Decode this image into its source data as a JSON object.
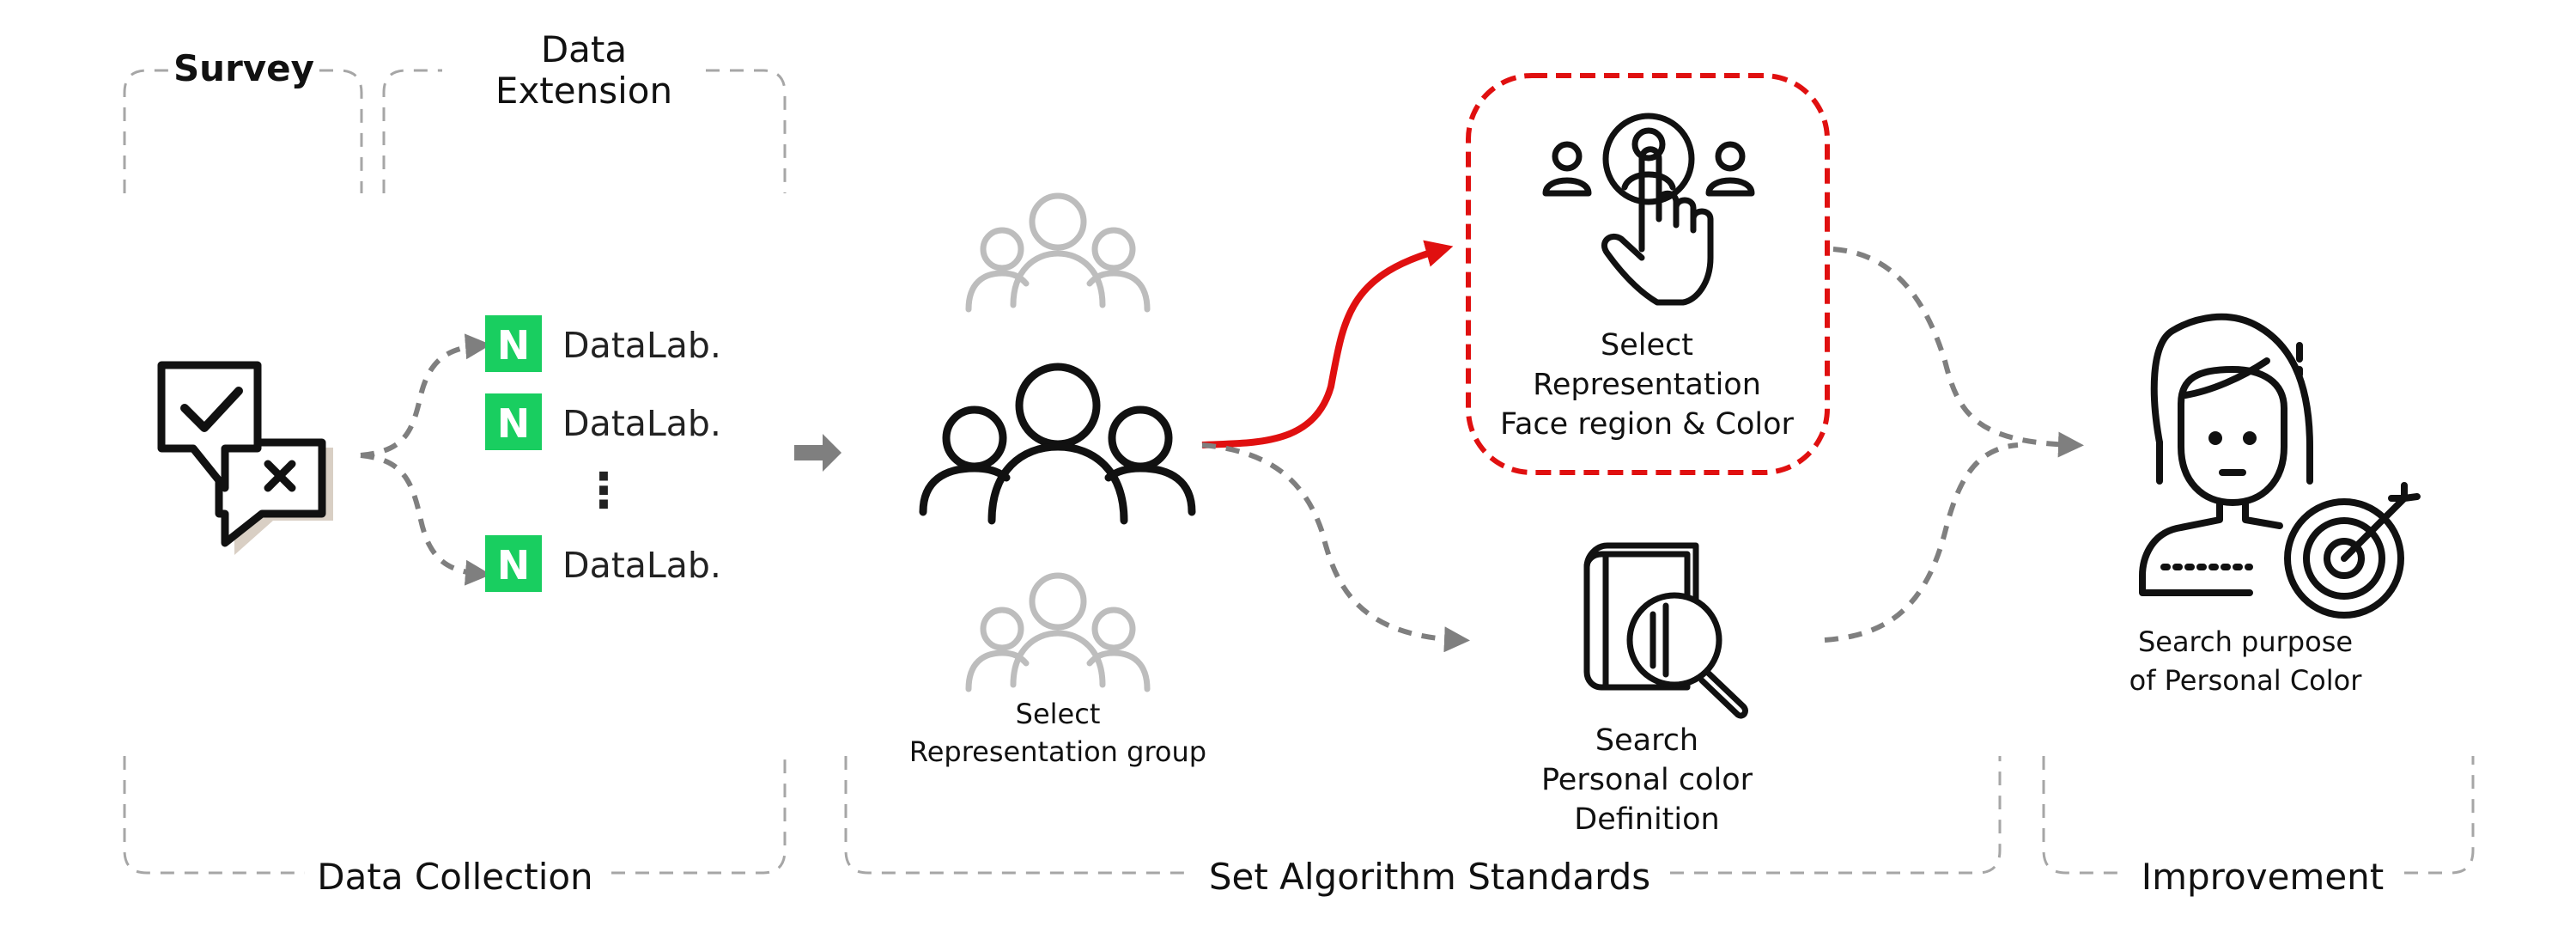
{
  "sections": {
    "survey": "Survey",
    "data_extension_line1": "Data",
    "data_extension_line2": "Extension",
    "data_collection": "Data Collection",
    "set_algorithm_standards": "Set Algorithm Standards",
    "improvement": "Improvement"
  },
  "datalab": {
    "logo_letter": "N",
    "items": [
      "DataLab.",
      "DataLab.",
      "DataLab."
    ],
    "ellipsis": "⋮"
  },
  "nodes": {
    "select_group": [
      "Select",
      "Representation group"
    ],
    "select_face": [
      "Select",
      "Representation",
      "Face region & Color"
    ],
    "search_definition": [
      "Search",
      "Personal color",
      "Definition"
    ],
    "search_purpose": [
      "Search purpose",
      "of Personal Color"
    ]
  },
  "colors": {
    "accent_red": "#e01010",
    "naver_green": "#19ce60",
    "dash_gray": "#7f7f7f",
    "faded_gray": "#bdbdbd"
  },
  "icons": {
    "survey": "survey-check-cross-icon",
    "people": "people-group-icon",
    "select_person": "select-person-icon",
    "book_search": "book-search-icon",
    "target_person": "person-target-icon"
  }
}
